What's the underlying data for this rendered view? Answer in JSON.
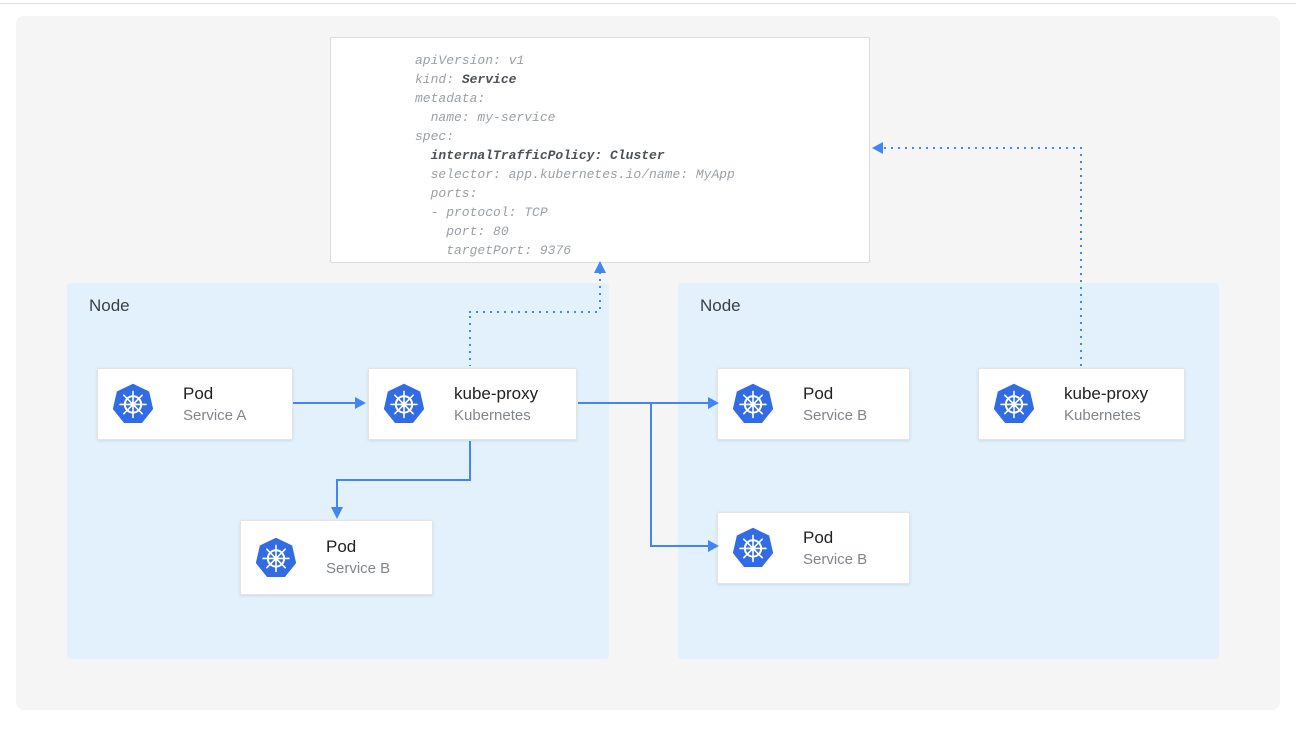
{
  "yaml": {
    "lines": [
      {
        "pre": "apiVersion: v1",
        "bold": ""
      },
      {
        "pre": "kind: ",
        "bold": "Service"
      },
      {
        "pre": "metadata:",
        "bold": ""
      },
      {
        "pre": "  name: my-service",
        "bold": ""
      },
      {
        "pre": "spec:",
        "bold": ""
      },
      {
        "pre": "  ",
        "bold": "internalTrafficPolicy: Cluster"
      },
      {
        "pre": "  selector: app.kubernetes.io/name: MyApp",
        "bold": ""
      },
      {
        "pre": "  ports:",
        "bold": ""
      },
      {
        "pre": "  - protocol: TCP",
        "bold": ""
      },
      {
        "pre": "    port: 80",
        "bold": ""
      },
      {
        "pre": "    targetPort: 9376",
        "bold": ""
      }
    ]
  },
  "nodes": {
    "left": {
      "label": "Node"
    },
    "right": {
      "label": "Node"
    }
  },
  "cards": {
    "pod_a": {
      "title": "Pod",
      "subtitle": "Service A"
    },
    "kube_proxy_left": {
      "title": "kube-proxy",
      "subtitle": "Kubernetes"
    },
    "pod_b_left": {
      "title": "Pod",
      "subtitle": "Service B"
    },
    "pod_b_right_top": {
      "title": "Pod",
      "subtitle": "Service B"
    },
    "pod_b_right_bottom": {
      "title": "Pod",
      "subtitle": "Service B"
    },
    "kube_proxy_right": {
      "title": "kube-proxy",
      "subtitle": "Kubernetes"
    }
  },
  "icons": {
    "kubernetes": "kubernetes-helm-wheel"
  },
  "colors": {
    "arrow_blue": "#4285f4",
    "k8s_blue": "#326ce5",
    "node_bg": "#e3f1fc",
    "panel_bg": "#f5f5f6",
    "card_bg": "#ffffff",
    "yaml_gray": "#9aa0a6",
    "yaml_bold": "#4d5156",
    "title_text": "#212121",
    "subtitle_text": "#80868b",
    "node_label_text": "#3c4043"
  }
}
